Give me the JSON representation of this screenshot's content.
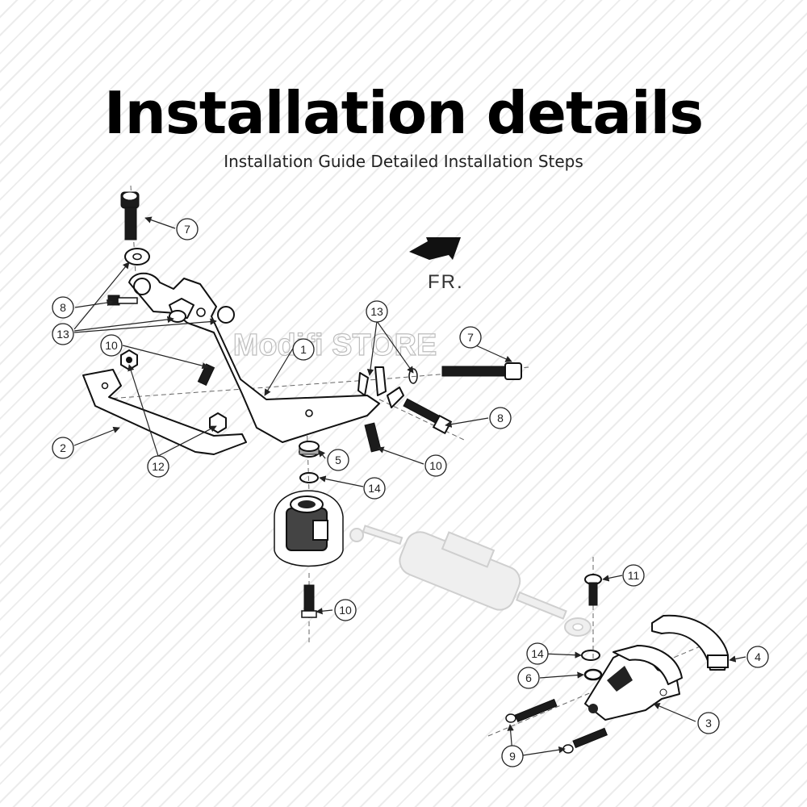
{
  "header": {
    "title": "Installation details",
    "subtitle": "Installation Guide Detailed Installation Steps"
  },
  "diagram": {
    "direction_label": "FR.",
    "watermark": "Modifi STORE",
    "callouts": [
      "7",
      "8",
      "13",
      "10",
      "2",
      "12",
      "1",
      "13",
      "7",
      "8",
      "10",
      "5",
      "14",
      "10",
      "11",
      "14",
      "6",
      "4",
      "3",
      "9"
    ]
  }
}
